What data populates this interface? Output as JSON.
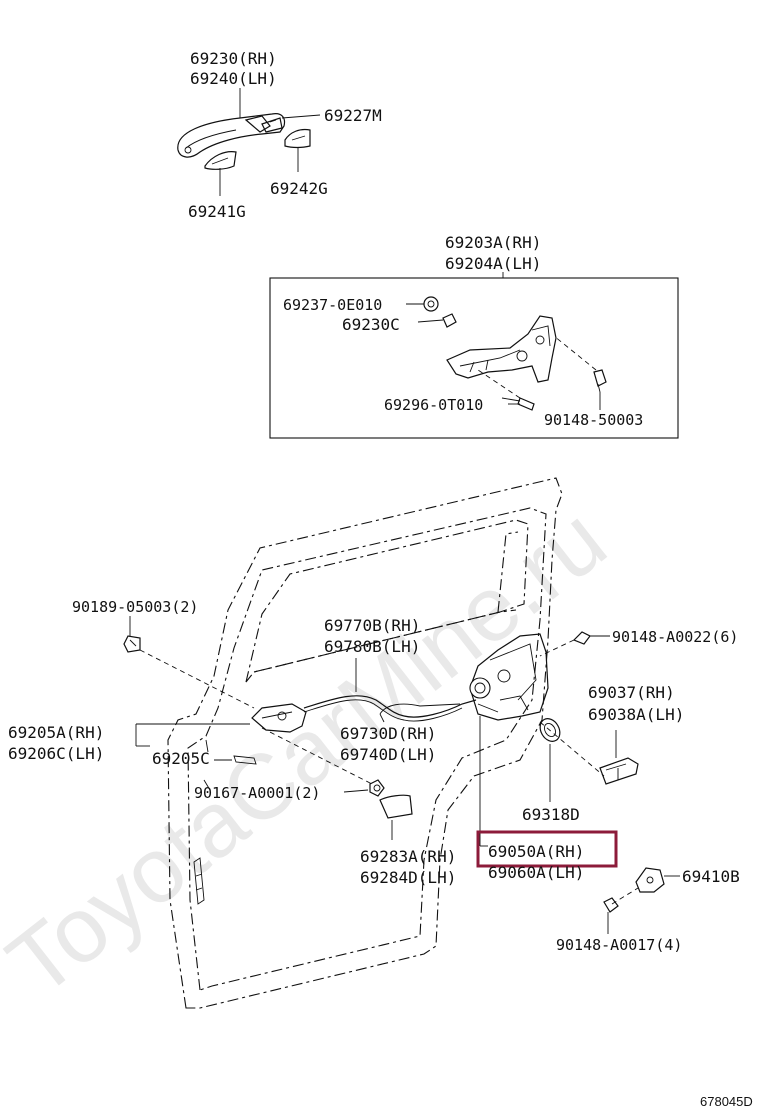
{
  "watermark": "ToyotaCarMine.ru",
  "figure_id": "678045D",
  "labels": {
    "handle_rh": "69230(RH)",
    "handle_lh": "69240(LH)",
    "cover_m": "69227M",
    "pad_g": "69242G",
    "pad_241g": "69241G",
    "frame_rh": "69203A(RH)",
    "frame_lh": "69204A(LH)",
    "grommet": "69237-0E010",
    "part_230c": "69230C",
    "screw_0t010": "69296-0T010",
    "screw_50003": "90148-50003",
    "clip_05003": "90189-05003(2)",
    "cable_rh": "69770B(RH)",
    "cable_lh": "69780B(LH)",
    "screw_a0022": "90148-A0022(6)",
    "inner_rh": "69205A(RH)",
    "inner_lh": "69206C(LH)",
    "inner_c": "69205C",
    "rod_rh": "69730D(RH)",
    "rod_lh": "69740D(LH)",
    "protector_rh": "69037(RH)",
    "protector_lh": "69038A(LH)",
    "bolt_a0001": "90167-A0001(2)",
    "seal_318d": "69318D",
    "cover_rh": "69283A(RH)",
    "cover_lh": "69284D(LH)",
    "lock_rh": "69050A(RH)",
    "lock_lh": "69060A(LH)",
    "striker": "69410B",
    "screw_a0017": "90148-A0017(4)"
  },
  "highlight_color": "#8c1b3a"
}
